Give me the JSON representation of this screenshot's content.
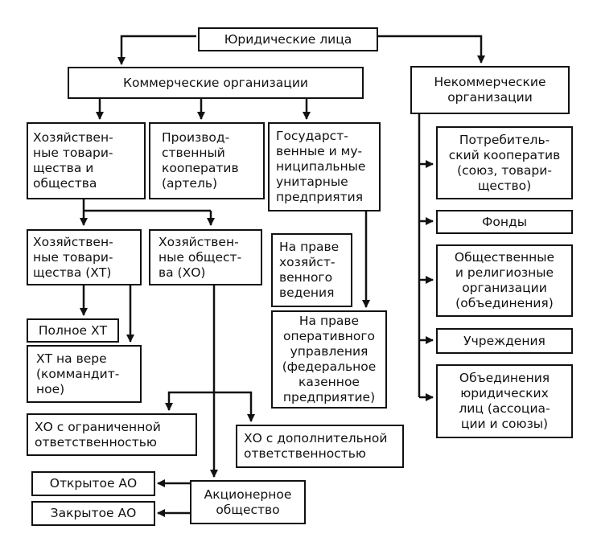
{
  "nodes": {
    "root": "Юридические лица",
    "commercial": "Коммерческие организации",
    "noncommercial": "Некоммерческие\nорганизации",
    "economic_partnerships_and_societies": "Хозяйствен-\nные товари-\nщества и\nобщества",
    "production_coop": "Производ-\nственный\nкооператив\n(артель)",
    "unitary_enterprises": "Государст-\nвенные и му-\nниципальные\nунитарные\nпредприятия",
    "consumer_coop": "Потребитель-\nский кооператив\n(союз, товари-\nщество)",
    "foundations": "Фонды",
    "public_religious": "Общественные\nи религиозные\nорганизации\n(объединения)",
    "institutions": "Учреждения",
    "associations": "Объединения\nюридических\nлиц (ассоциа-\nции и союзы)",
    "partnerships_xt": "Хозяйствен-\nные товари-\nщества (ХТ)",
    "societies_xo": "Хозяйствен-\nные общест-\nва (ХО)",
    "economic_management": "На праве\nхозяйст-\nвенного\nведения",
    "operative_management": "На праве\nоперативного\nуправления\n(федеральное\nказенное\nпредприятие)",
    "full_partnership": "Полное ХТ",
    "limited_partnership": "ХТ на вере\n(коммандит-\nное)",
    "llc": "ХО с ограниченной\nответственностью",
    "alc": "ХО с дополнительной\nответственностью",
    "joint_stock": "Акционерное\nобщество",
    "open_jsc": "Открытое АО",
    "closed_jsc": "Закрытое АО"
  },
  "colors": {
    "line": "#111111",
    "background": "#ffffff"
  }
}
